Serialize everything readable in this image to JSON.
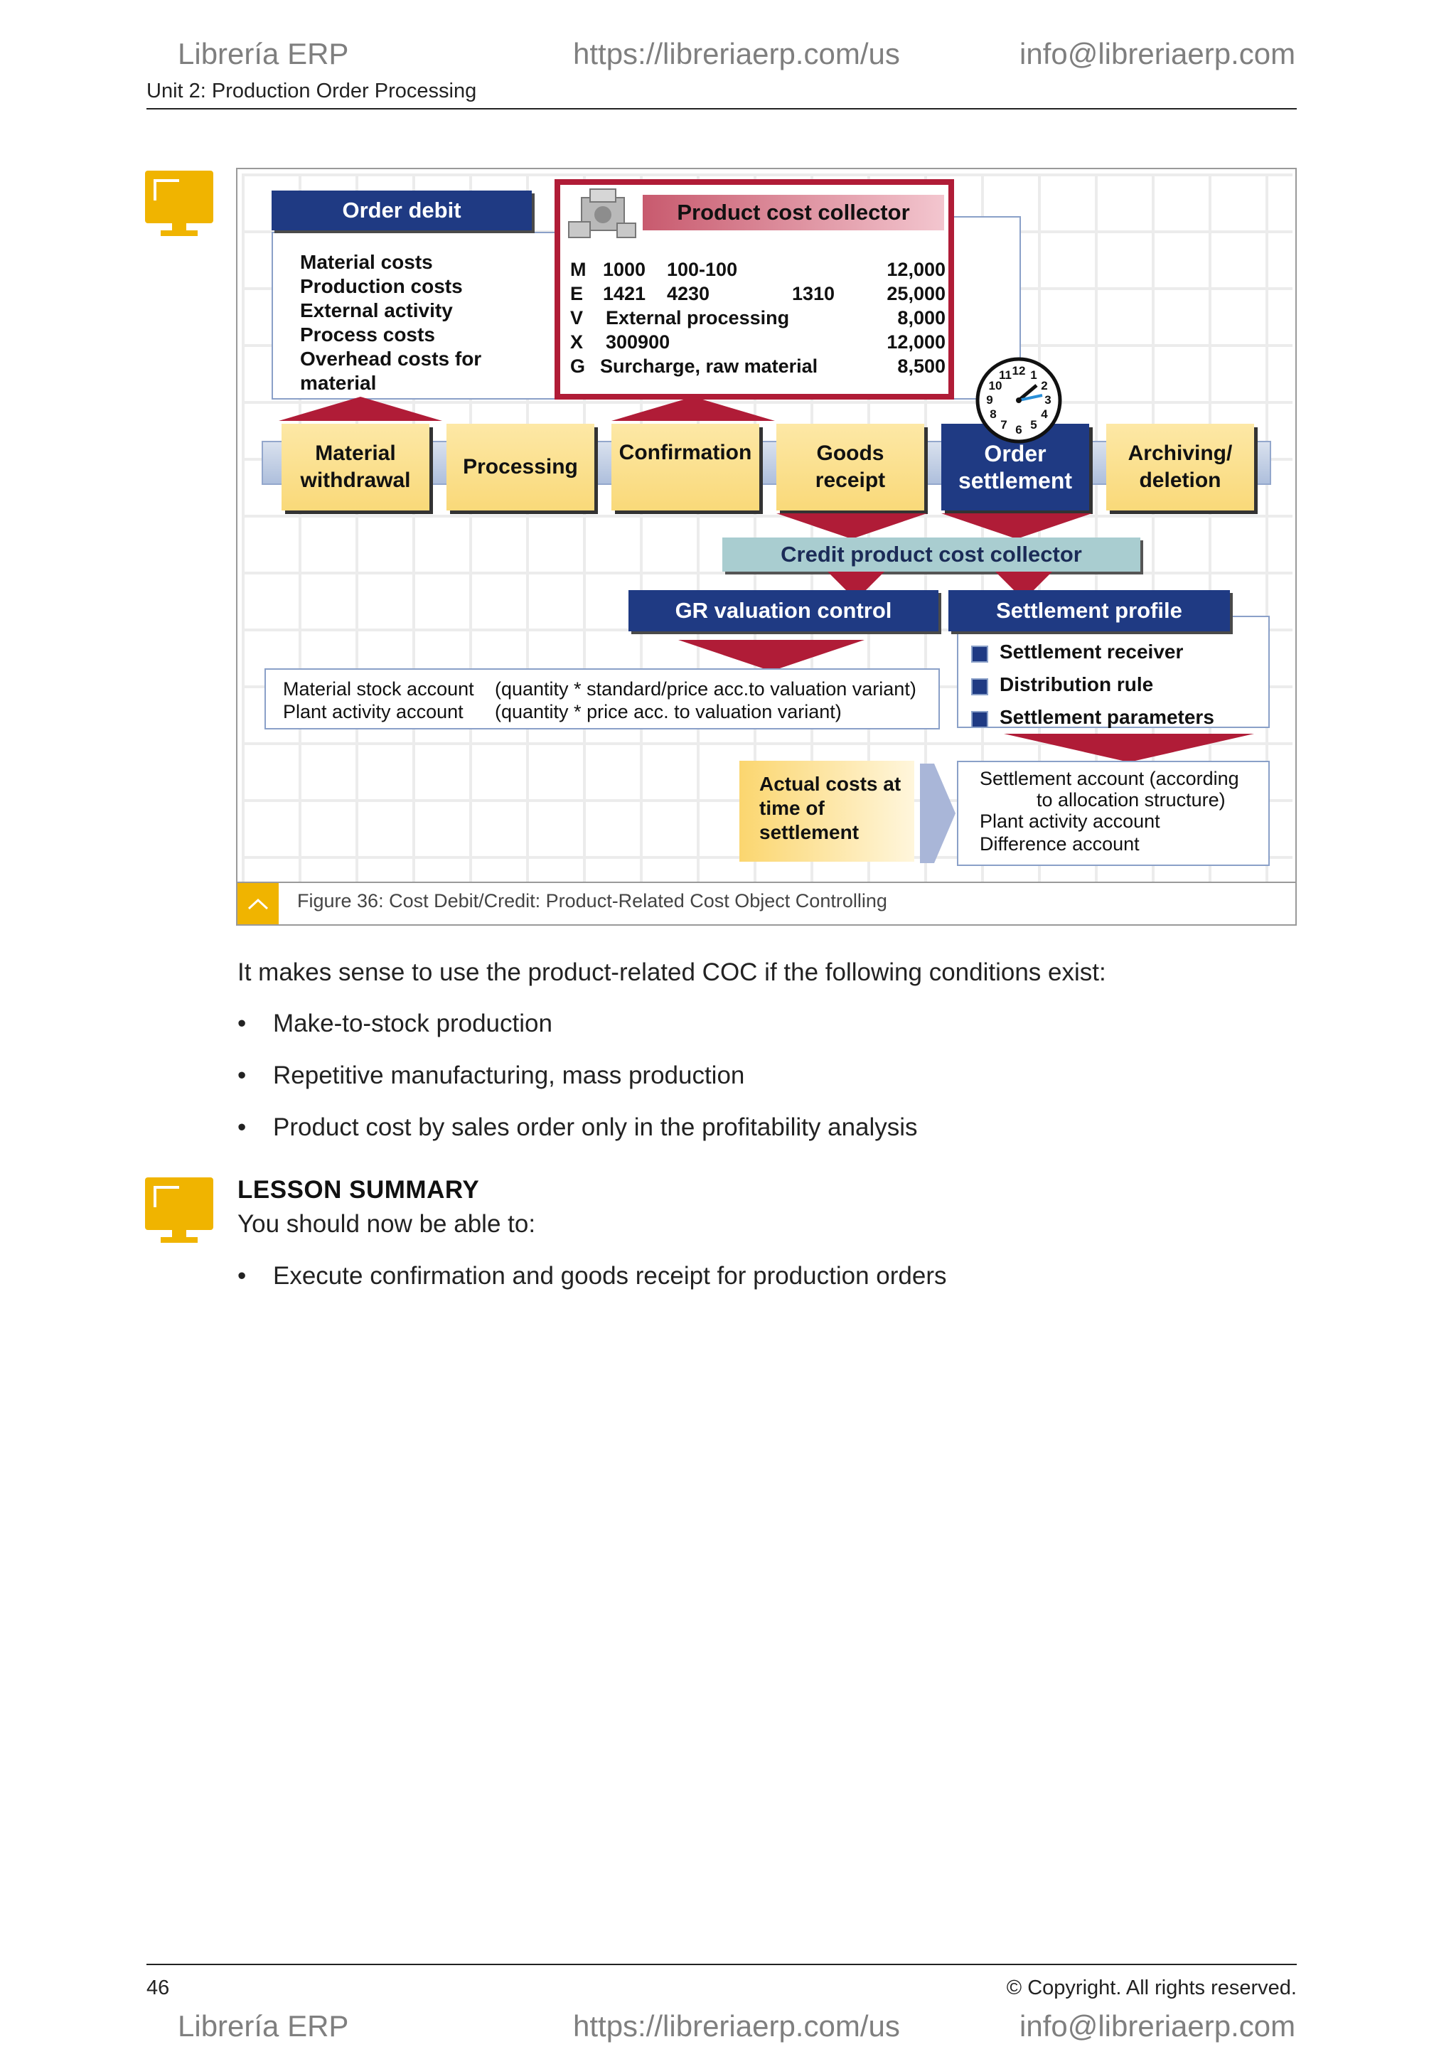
{
  "header": {
    "brand": "Librería ERP",
    "url": "https://libreriaerp.com/us",
    "email": "info@libreriaerp.com",
    "unit_title": "Unit 2: Production Order Processing"
  },
  "figure": {
    "order_debit": {
      "title": "Order debit",
      "items": [
        "Material costs",
        "Production costs",
        "External activity",
        "Process costs",
        "Overhead costs for",
        "material"
      ]
    },
    "product_cost_collector": {
      "title": "Product cost collector",
      "rows": [
        {
          "code": "M",
          "a": "1000",
          "b": "100-100",
          "c": "",
          "amount": "12,000"
        },
        {
          "code": "E",
          "a": "1421",
          "b": "4230",
          "c": "1310",
          "amount": "25,000"
        },
        {
          "code": "V",
          "a": "External processing",
          "b": "",
          "c": "",
          "amount": "8,000"
        },
        {
          "code": "X",
          "a": "300900",
          "b": "",
          "c": "",
          "amount": "12,000"
        },
        {
          "code": "G",
          "a": "Surcharge, raw material",
          "b": "",
          "c": "",
          "amount": "8,500"
        }
      ]
    },
    "clock_numbers": [
      "12",
      "1",
      "2",
      "3",
      "4",
      "5",
      "6",
      "7",
      "8",
      "9",
      "10",
      "11"
    ],
    "steps": [
      {
        "line1": "Material",
        "line2": "withdrawal"
      },
      {
        "line1": "Processing",
        "line2": ""
      },
      {
        "line1": "Confirmation",
        "line2": ""
      },
      {
        "line1": "Goods",
        "line2": "receipt"
      },
      {
        "line1": "Order",
        "line2": "settlement"
      },
      {
        "line1": "Archiving/",
        "line2": "deletion"
      }
    ],
    "credit_label": "Credit product cost collector",
    "gr_valuation_label": "GR valuation control",
    "settlement_profile": {
      "title": "Settlement profile",
      "items": [
        "Settlement receiver",
        "Distribution rule",
        "Settlement parameters"
      ]
    },
    "accounts": {
      "line1_account": "Material stock account",
      "line1_rule": "(quantity * standard/price acc.to valuation variant)",
      "line2_account": "Plant activity account",
      "line2_rule": "(quantity * price acc. to valuation variant)"
    },
    "actual_costs": [
      "Actual costs at",
      "time of",
      "settlement"
    ],
    "settlement_accounts": [
      "Settlement account (according",
      "to allocation structure)",
      "Plant activity account",
      "Difference account"
    ],
    "caption": "Figure 36: Cost Debit/Credit: Product-Related Cost Object Controlling"
  },
  "body": {
    "intro": "It makes sense to use the product-related COC if the following conditions exist:",
    "bullets": [
      "Make-to-stock production",
      "Repetitive manufacturing, mass production",
      "Product cost by sales order only in the profitability analysis"
    ],
    "summary_title": "LESSON SUMMARY",
    "summary_intro": "You should now be able to:",
    "summary_bullets": [
      "Execute confirmation and goods receipt for production orders"
    ],
    "bullet_char": "•"
  },
  "footer": {
    "page_number": "46",
    "copyright": "© Copyright. All rights reserved."
  },
  "colors": {
    "navy": "#1f3a83",
    "accent_red": "#b01c37",
    "step_yellow": "#f9d979",
    "icon_yellow": "#f0b400"
  }
}
